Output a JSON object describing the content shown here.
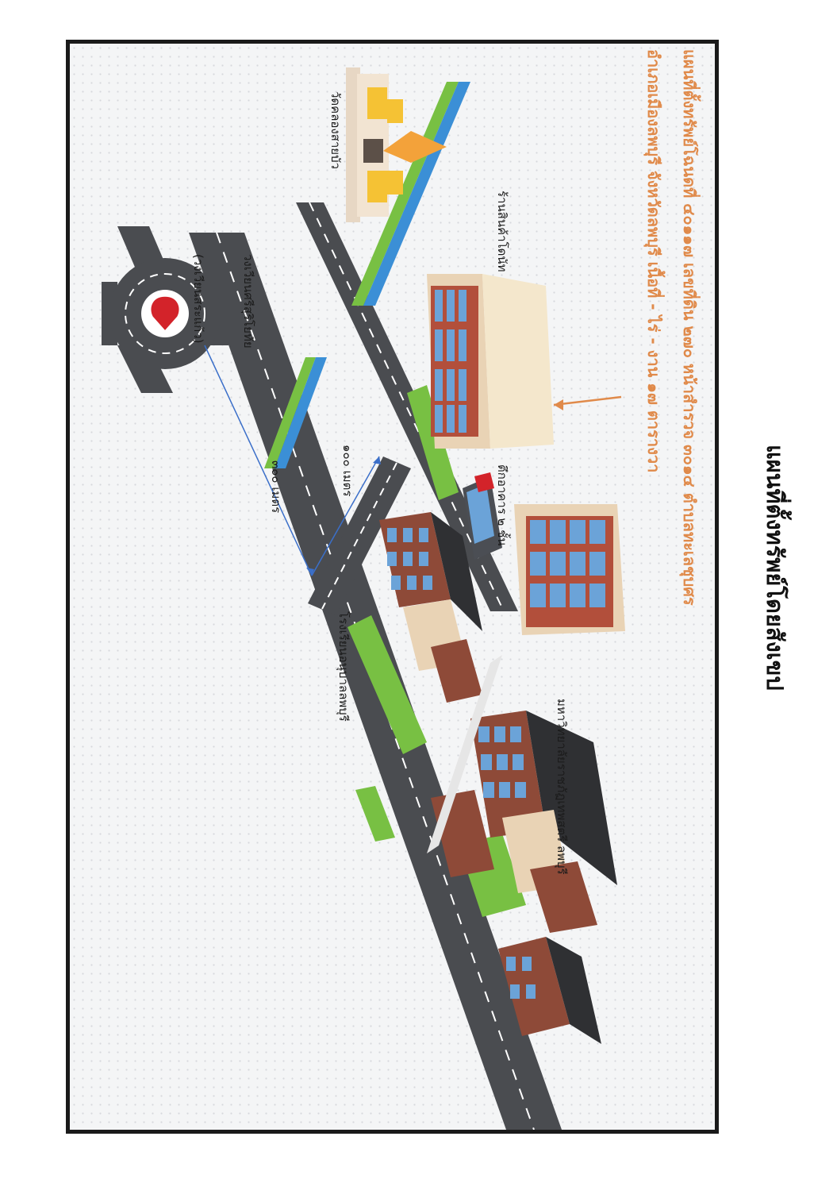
{
  "title": "แผนที่ตั้งทรัพย์โดยสังเขป",
  "subtitle_line1": "แผนที่ตั้งทรัพย์โฉนดที่ ๔๐๑๑๗ เลขที่ดิน ๒๗๐ หน้าสำรวจ ๓๐๑๔ ตำบลทะเลชุบศร",
  "subtitle_line2": "อำเภอเมืองลพบุรี จังหวัดลพบุรี เนื้อที่ - ไร่ - งาน ๑๗ ตารางวา",
  "labels": {
    "temple": "วัดคลองสายบัว",
    "shop": "ร้านสินค้าโดนัท",
    "shophouse": "ตึกอาคาร ๒ ชั้น",
    "roundabout_line1": "วงเวียนศรีสุริโยทัย",
    "roundabout_line2": "(วงเวียนสระแก้ว)",
    "distance_300": "๓๐๐ เมตร",
    "distance_100": "๑๐๐ เมตร",
    "school": "โรงเรียนอนุบาลลพบุรี",
    "university": "มหาวิทยาลัยราชภัฏเทพสตรี ลพบุรี"
  },
  "colors": {
    "accent": "#e08a4a",
    "road": "#4a4c50",
    "grass": "#78c043",
    "water": "#3b8fd6",
    "marker": "#d3232a",
    "route_line": "#3b6fc9"
  },
  "icons": [
    "map-pin-icon",
    "temple-icon",
    "building-icon"
  ]
}
